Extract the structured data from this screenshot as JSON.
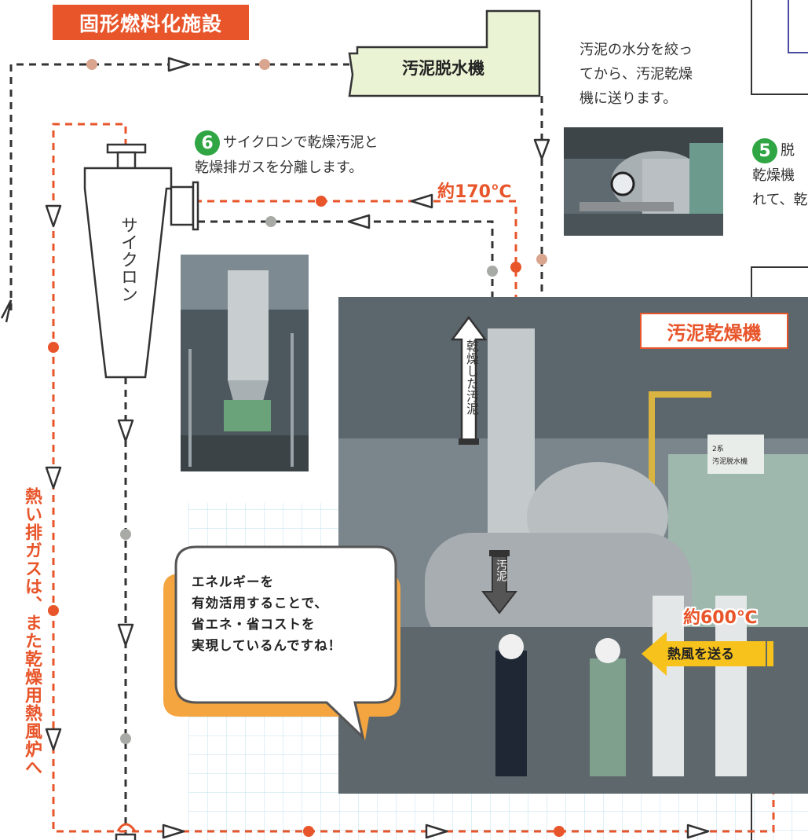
{
  "facility_title": "固形燃料化施設",
  "dehydrator": {
    "label": "汚泥脱水機",
    "description_lines": [
      "汚泥の水分を絞っ",
      "てから、汚泥乾燥",
      "機に送ります。"
    ]
  },
  "step5": {
    "number": "5",
    "lines": [
      "脱",
      "乾燥機",
      "れて、乾"
    ]
  },
  "step6": {
    "number": "6",
    "line1": "サイクロンで乾燥汚泥と",
    "line2": "乾燥排ガスを分離します。"
  },
  "cyclone_label": "サイクロン",
  "temp_170": "約170℃",
  "temp_600": "約600℃",
  "dryer_label": "汚泥乾燥機",
  "arrow_up_label": "乾燥した汚泥",
  "arrow_down_label": "汚泥",
  "hot_air_label": "熱風を送る",
  "side_label": "熱い排ガスは、また乾燥用熱風炉へ",
  "speech_lines": [
    "エネルギーを",
    "有効活用することで、",
    "省エネ・省コストを",
    "実現しているんですね！"
  ],
  "photo_sign": "2系 汚泥脱水機",
  "colors": {
    "orange": "#e8552a",
    "dark_dash": "#333333",
    "tan_dot": "#d9a58e",
    "gray_dot": "#a8aaa6",
    "dehydrator_fill": "#eaf3d4",
    "bubble_shadow": "#f4a540",
    "hot_arrow": "#f7c21b",
    "step_green": "#2fa543",
    "grid_line": "#bfe0f2"
  }
}
